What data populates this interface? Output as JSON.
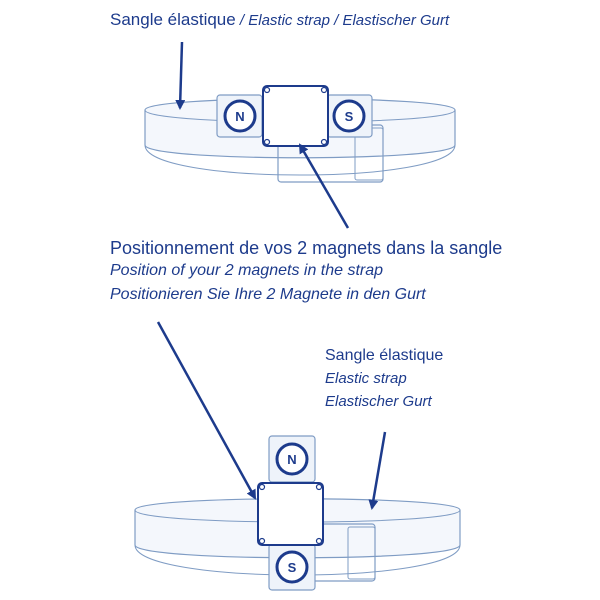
{
  "colors": {
    "text": "#1d3b8c",
    "line": "#7f9cc4",
    "dark": "#1d3b8c",
    "fill": "#eef3fa"
  },
  "top_label": {
    "fr": "Sangle élastique",
    "sep1": " / ",
    "en": "Elastic strap",
    "sep2": " / ",
    "de": "Elastischer Gurt"
  },
  "middle_label": {
    "fr": "Positionnement de vos 2 magnets dans la sangle",
    "en": "Position of your 2 magnets in the strap",
    "de": "Positionieren Sie Ihre 2 Magnete in den Gurt"
  },
  "right_label": {
    "fr": "Sangle élastique",
    "en": "Elastic strap",
    "de": "Elastischer Gurt"
  },
  "magnets": {
    "north": "N",
    "south": "S"
  }
}
